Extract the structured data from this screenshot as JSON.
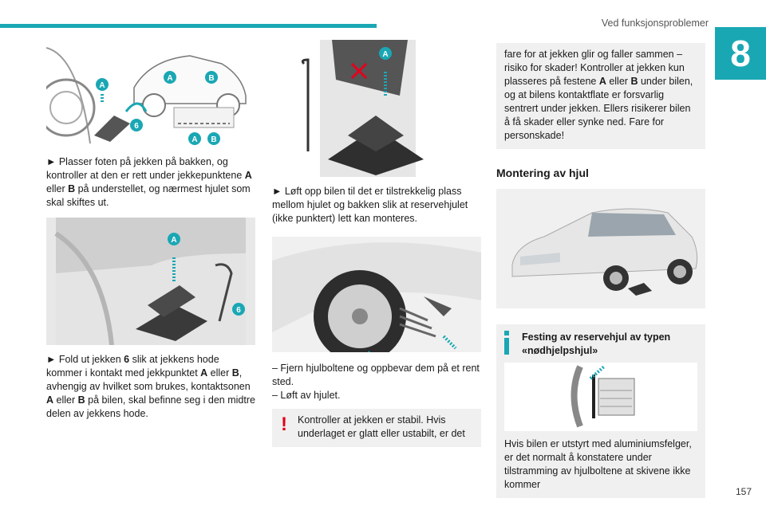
{
  "header": {
    "section_title": "Ved funksjonsproblemer",
    "chapter": "8",
    "page": "157"
  },
  "col1": {
    "fig1_labels": {
      "a": "A",
      "b": "B",
      "six": "6"
    },
    "para1": {
      "pre": "► Plasser foten på jekken på bakken, og kontroller at den er rett under jekkepunktene ",
      "a": "A",
      "mid1": " eller ",
      "b": "B",
      "post": " på understellet, og nærmest hjulet som skal skiftes ut."
    },
    "para2": {
      "pre": "► Fold ut jekken ",
      "six": "6",
      "mid1": " slik at jekkens hode kommer i kontakt med jekkpunktet ",
      "a": "A",
      "mid2": " eller ",
      "b": "B",
      "mid3": ", avhengig av hvilket som brukes, kontaktsonen ",
      "a2": "A",
      "mid4": " eller ",
      "b2": "B",
      "post": " på bilen, skal befinne seg i den midtre delen av jekkens hode."
    }
  },
  "col2": {
    "para1": "► Løft opp bilen til det er tilstrekkelig plass mellom hjulet og bakken slik at reservehjulet (ikke punktert) lett kan monteres.",
    "dash1": "– Fjern hjulboltene og oppbevar dem på et rent sted.",
    "dash2": "– Løft av hjulet.",
    "warn_text": "Kontroller at jekken er stabil. Hvis underlaget er glatt eller ustabilt, er det"
  },
  "col3": {
    "box_text": "fare for at jekken glir og faller sammen – risiko for skader! Kontroller at jekken kun plasseres på festene ",
    "box_a": "A",
    "box_mid": " eller ",
    "box_b": "B",
    "box_post": " under bilen, og at bilens kontaktflate er forsvarlig sentrert under jekken. Ellers risikerer bilen å få skader eller synke ned. Fare for personskade!",
    "heading": "Montering av hjul",
    "info_head": "Festing av reservehjul av typen «nødhjelpshjul»",
    "info_text": "Hvis bilen er utstyrt med aluminiumsfelger, er det normalt å konstatere under tilstramming av hjulboltene at skivene ikke kommer"
  },
  "colors": {
    "accent": "#1aa7b4",
    "warning": "#e3001b",
    "panel": "#f0f0f0"
  }
}
